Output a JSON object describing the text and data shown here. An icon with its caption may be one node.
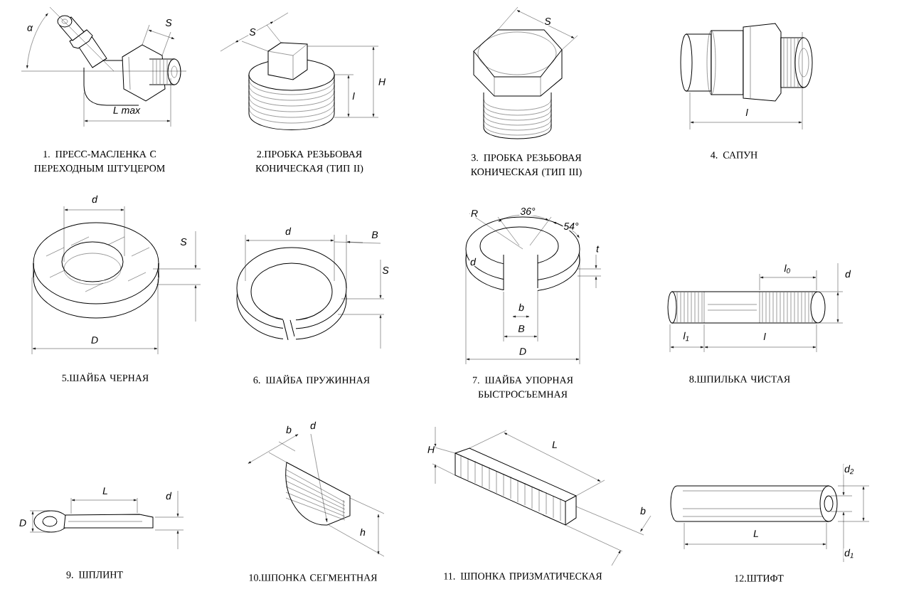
{
  "diagram": {
    "nodes": [
      {
        "text": [],
        "shape": "picture",
        "beside": [
          "1. ПРЕСС-МАСЛЕНКА С ПЕРЕХОДНЫМ ШТУЦЕРОМ"
        ]
      },
      {
        "text": [],
        "shape": "picture",
        "beside": [
          "2.ПРОБКА РЕЗЬБОВАЯ КОНИЧЕСКАЯ (ТИП II)"
        ]
      },
      {
        "text": [],
        "shape": "picture",
        "beside": [
          "3. ПРОБКА РЕЗЬБОВАЯ КОНИЧЕСКАЯ (ТИП III)"
        ]
      },
      {
        "text": [],
        "shape": "picture",
        "beside": [
          "4. САПУН"
        ]
      },
      {
        "text": [],
        "shape": "picture",
        "beside": [
          "5.ШАЙБА ЧЕРНАЯ"
        ]
      },
      {
        "text": [],
        "shape": "picture",
        "beside": [
          "6. ШАЙБА ПРУЖИННАЯ"
        ]
      },
      {
        "text": [],
        "shape": "picture",
        "beside": [
          "7. ШАЙБА УПОРНАЯ БЫСТРОСЪЕМНАЯ"
        ]
      },
      {
        "text": [],
        "shape": "picture",
        "beside": [
          "8.ШПИЛЬКА ЧИСТАЯ"
        ]
      },
      {
        "text": [],
        "shape": "picture",
        "beside": [
          "9. ШПЛИНТ"
        ]
      },
      {
        "text": [],
        "shape": "picture",
        "beside": [
          "10.ШПОНКА СЕГМЕНТНАЯ"
        ]
      },
      {
        "text": [],
        "shape": "picture",
        "beside": [
          "11. ШПОНКА ПРИЗМАТИЧЕСКАЯ"
        ]
      },
      {
        "text": [],
        "shape": "picture",
        "beside": [
          "12.ШТИФТ"
        ]
      }
    ],
    "labels": [
      "α",
      "S",
      "L max",
      "S",
      "H",
      "l",
      "S",
      "l",
      "d",
      "S",
      "D",
      "d",
      "B",
      "S",
      "R",
      "36°",
      "54°",
      "t",
      "d",
      "b",
      "B",
      "D",
      "l$_{0}$",
      "d",
      "l$_{1}$",
      "l",
      "L",
      "d",
      "D",
      "b",
      "d",
      "h",
      "H",
      "L",
      "b",
      "d$_{2}$",
      "L",
      "d$_{1}$"
    ]
  }
}
